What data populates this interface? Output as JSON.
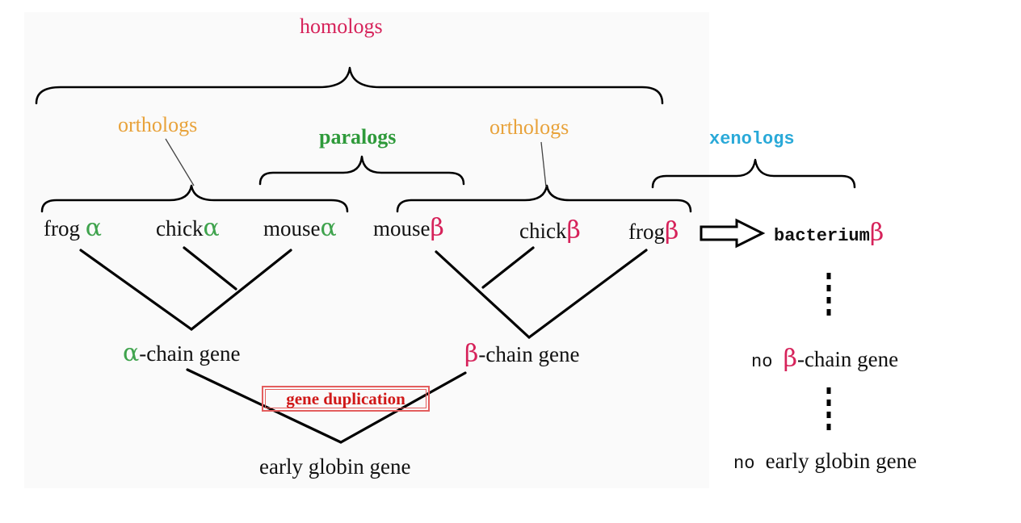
{
  "colors": {
    "homologs": "#d6225a",
    "orthologs": "#e8a23a",
    "paralogs": "#2e9a3a",
    "xenologs": "#29a9d8",
    "alpha": "#3fa34d",
    "beta": "#d6225a",
    "duplication": "#d01818"
  },
  "categories": {
    "homologs": "homologs",
    "orthologs_alpha": "orthologs",
    "paralogs": "paralogs",
    "orthologs_beta": "orthologs",
    "xenologs": "xenologs"
  },
  "species": {
    "frog_alpha": {
      "name": "frog",
      "symbol": "α"
    },
    "chick_alpha": {
      "name": "chick",
      "symbol": "α"
    },
    "mouse_alpha": {
      "name": "mouse",
      "symbol": "α"
    },
    "mouse_beta": {
      "name": "mouse",
      "symbol": "β"
    },
    "chick_beta": {
      "name": "chick",
      "symbol": "β"
    },
    "frog_beta": {
      "name": "frog",
      "symbol": "β"
    },
    "bacterium_beta": {
      "name": "bacterium",
      "symbol": "β"
    }
  },
  "genes": {
    "alpha_chain": {
      "symbol": "α",
      "text": "-chain gene"
    },
    "beta_chain": {
      "symbol": "β",
      "text": "-chain gene"
    },
    "early_globin": "early globin gene",
    "gene_duplication": "gene duplication",
    "no_beta_chain": {
      "prefix": "no ",
      "symbol": "β",
      "text": "-chain gene"
    },
    "no_early_globin": {
      "prefix": "no ",
      "text": "early globin gene"
    }
  }
}
